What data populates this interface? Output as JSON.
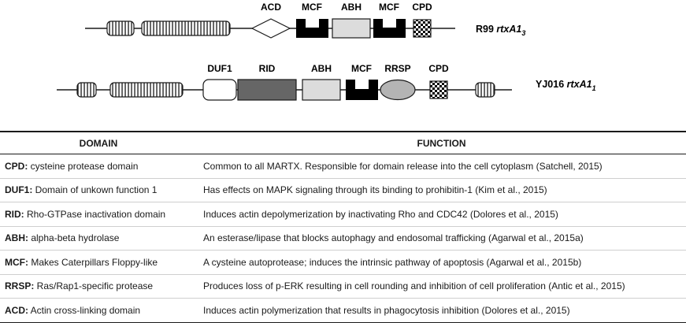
{
  "constructs": [
    {
      "label": "R99 ",
      "gene": "rtxA1",
      "subscript": "3",
      "domains": [
        {
          "label": "ACD",
          "shape": "diamond",
          "fill": "#ffffff"
        },
        {
          "label": "MCF",
          "shape": "mcf",
          "fill": "#000000"
        },
        {
          "label": "ABH",
          "shape": "rect",
          "fill": "#dcdcdc"
        },
        {
          "label": "MCF",
          "shape": "mcf",
          "fill": "#000000"
        },
        {
          "label": "CPD",
          "shape": "checker",
          "fill": "#000000"
        }
      ]
    },
    {
      "label": "YJ016 ",
      "gene": "rtxA1",
      "subscript": "1",
      "domains": [
        {
          "label": "DUF1",
          "shape": "rounded",
          "fill": "#ffffff"
        },
        {
          "label": "RID",
          "shape": "rect",
          "fill": "#666666"
        },
        {
          "label": "ABH",
          "shape": "rect",
          "fill": "#dcdcdc"
        },
        {
          "label": "MCF",
          "shape": "mcf",
          "fill": "#000000"
        },
        {
          "label": "RRSP",
          "shape": "ellipse",
          "fill": "#b4b4b4"
        },
        {
          "label": "CPD",
          "shape": "checker",
          "fill": "#000000"
        }
      ]
    }
  ],
  "table": {
    "headers": {
      "domain": "DOMAIN",
      "function": "FUNCTION"
    },
    "rows": [
      {
        "abbr": "CPD:",
        "name": " cysteine protease domain",
        "function": "Common to all MARTX. Responsible for domain release into the cell cytoplasm (Satchell, 2015)"
      },
      {
        "abbr": "DUF1:",
        "name": " Domain of unkown function 1",
        "function": "Has effects on MAPK signaling through its binding to prohibitin-1 (Kim et al., 2015)"
      },
      {
        "abbr": "RID:",
        "name": " Rho-GTPase inactivation domain",
        "function": "Induces actin depolymerization by inactivating Rho and CDC42 (Dolores et al., 2015)"
      },
      {
        "abbr": "ABH:",
        "name": " alpha-beta hydrolase",
        "function": "An esterase/lipase that blocks autophagy and endosomal trafficking (Agarwal et al., 2015a)"
      },
      {
        "abbr": "MCF:",
        "name": " Makes Caterpillars Floppy-like",
        "function": "A cysteine autoprotease; induces the intrinsic pathway of apoptosis (Agarwal et al., 2015b)"
      },
      {
        "abbr": "RRSP:",
        "name": " Ras/Rap1-specific protease",
        "function": "Produces loss of p-ERK resulting in cell rounding and inhibition of cell proliferation (Antic et al., 2015)"
      },
      {
        "abbr": "ACD:",
        "name": " Actin cross-linking domain",
        "function": "Induces actin polymerization that results in phagocytosis inhibition (Dolores et al., 2015)"
      }
    ]
  }
}
